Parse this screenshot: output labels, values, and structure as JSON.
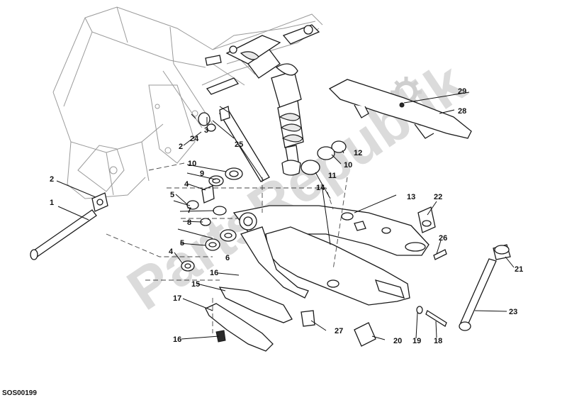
{
  "diagram_code": "SOS00199",
  "watermark": "PartsRepublik",
  "callouts": [
    "1",
    "2",
    "2",
    "3",
    "4",
    "4",
    "5",
    "5",
    "6",
    "7",
    "8",
    "9",
    "10",
    "10",
    "11",
    "12",
    "13",
    "14",
    "15",
    "16",
    "16",
    "17",
    "18",
    "19",
    "20",
    "21",
    "22",
    "23",
    "24",
    "25",
    "26",
    "27",
    "28",
    "29"
  ]
}
